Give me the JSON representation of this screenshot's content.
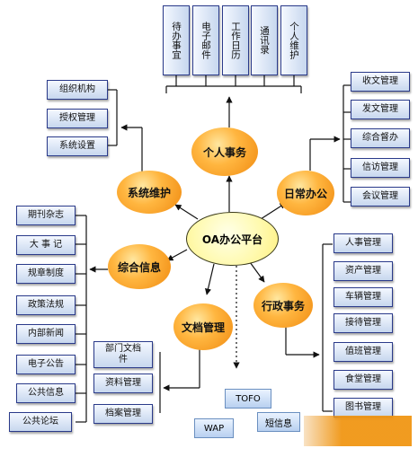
{
  "center": "OA办公平台",
  "categories": {
    "personal": "个人事务",
    "daily": "日常办公",
    "system": "系统维护",
    "info": "综合信息",
    "docs": "文档管理",
    "admin": "行政事务"
  },
  "personal_items": [
    "待办事宜",
    "电子邮件",
    "工作日历",
    "通讯录",
    "个人维护"
  ],
  "daily_items": [
    "收文管理",
    "发文管理",
    "综合督办",
    "信访管理",
    "会议管理"
  ],
  "system_items": [
    "组织机构",
    "授权管理",
    "系统设置"
  ],
  "info_items": [
    "期刊杂志",
    "大 事 记",
    "规章制度",
    "政策法规",
    "内部新闻",
    "电子公告",
    "公共信息",
    "公共论坛"
  ],
  "docs_items": [
    "部门文档件",
    "资料管理",
    "档案管理"
  ],
  "admin_items": [
    "人事管理",
    "资产管理",
    "车辆管理",
    "接待管理",
    "值班管理",
    "食堂管理",
    "图书管理"
  ],
  "channels": [
    "TOFO",
    "WAP",
    "短信息"
  ]
}
